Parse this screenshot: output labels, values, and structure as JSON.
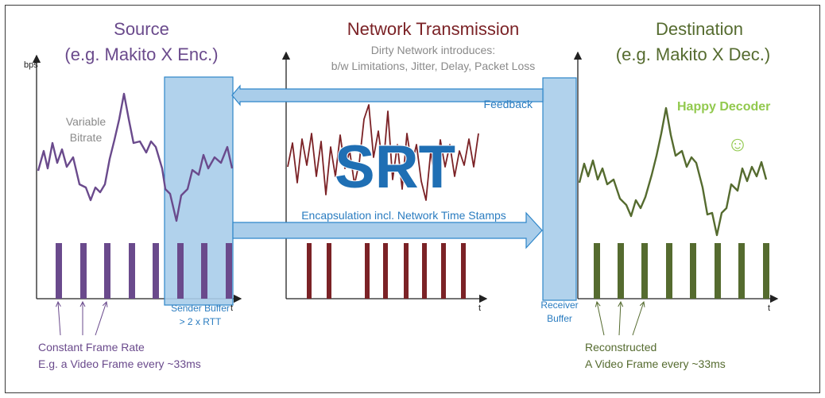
{
  "source": {
    "title": "Source",
    "subtitle": "(e.g. Makito X Enc.)",
    "axis_label": "bps",
    "axis_t": "t",
    "bitrate_note": [
      "Variable",
      "Bitrate"
    ],
    "sender_buffer": [
      "Sender Buffer",
      "> 2 x RTT"
    ],
    "frame_note": [
      "Constant Frame Rate",
      "E.g. a Video Frame every ~33ms"
    ]
  },
  "network": {
    "title": "Network Transmission",
    "note": [
      "Dirty Network introduces:",
      "b/w Limitations, Jitter, Delay, Packet Loss"
    ],
    "feedback": "Feedback",
    "encapsulation": "Encapsulation incl. Network Time Stamps",
    "logo": "SRT",
    "axis_t": "t"
  },
  "destination": {
    "title": "Destination",
    "subtitle": "(e.g. Makito X Dec.)",
    "happy": "Happy Decoder",
    "smiley": "☺",
    "receiver_buffer": [
      "Receiver",
      "Buffer"
    ],
    "axis_t": "t",
    "frame_note": [
      "Reconstructed",
      "A Video Frame every ~33ms"
    ]
  },
  "colors": {
    "source": "#6a4a8c",
    "network": "#7b2226",
    "destination": "#556b2f",
    "buffer_fill": "#a9cdea",
    "buffer_edge": "#2e86c9",
    "arrow_text": "#2a7cc0",
    "happy": "#92c94e",
    "gray_text": "#8a8a8a"
  }
}
